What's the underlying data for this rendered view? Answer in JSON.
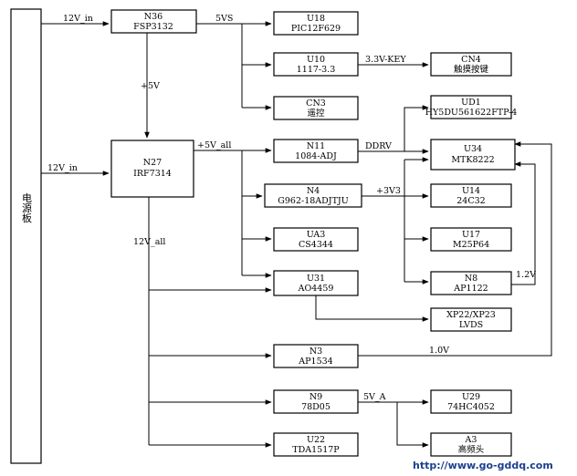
{
  "power_board": {
    "label": "电源板"
  },
  "blocks": {
    "n36": {
      "line1": "N36",
      "line2": "FSP3132"
    },
    "u18": {
      "line1": "U18",
      "line2": "PIC12F629"
    },
    "u10": {
      "line1": "U10",
      "line2": "1117-3.3"
    },
    "cn4": {
      "line1": "CN4",
      "line2": "触摸按键"
    },
    "cn3": {
      "line1": "CN3",
      "line2": "遥控"
    },
    "n27": {
      "line1": "N27",
      "line2": "IRF7314"
    },
    "ud1": {
      "line1": "UD1",
      "line2": "HY5DU561622FTP-4"
    },
    "n11": {
      "line1": "N11",
      "line2": "1084-ADJ"
    },
    "u34": {
      "line1": "U34",
      "line2": "MTK8222"
    },
    "n4": {
      "line1": "N4",
      "line2": "G962-18ADJTJU"
    },
    "u14": {
      "line1": "U14",
      "line2": "24C32"
    },
    "ua3": {
      "line1": "UA3",
      "line2": "CS4344"
    },
    "u17": {
      "line1": "U17",
      "line2": "M25P64"
    },
    "u31": {
      "line1": "U31",
      "line2": "AO4459"
    },
    "n8": {
      "line1": "N8",
      "line2": "AP1122"
    },
    "xp22": {
      "line1": "XP22/XP23",
      "line2": "LVDS"
    },
    "n3": {
      "line1": "N3",
      "line2": "AP1534"
    },
    "n9": {
      "line1": "N9",
      "line2": "78D05"
    },
    "u29": {
      "line1": "U29",
      "line2": "74HC4052"
    },
    "a3": {
      "line1": "A3",
      "line2": "高频头"
    },
    "u22": {
      "line1": "U22",
      "line2": "TDA1517P"
    }
  },
  "nets": {
    "in_top": "12V_in",
    "in_mid": "12V_in",
    "v5vs": "5VS",
    "v5": "+5V",
    "v33key": "3.3V-KEY",
    "v5all": "+5V_all",
    "ddrv": "DDRV",
    "v3v3": "+3V3",
    "v12all": "12V_all",
    "v12": "1.2V",
    "v10": "1.0V",
    "v5a": "5V_A"
  },
  "watermark": "http://www.go-gddq.com"
}
